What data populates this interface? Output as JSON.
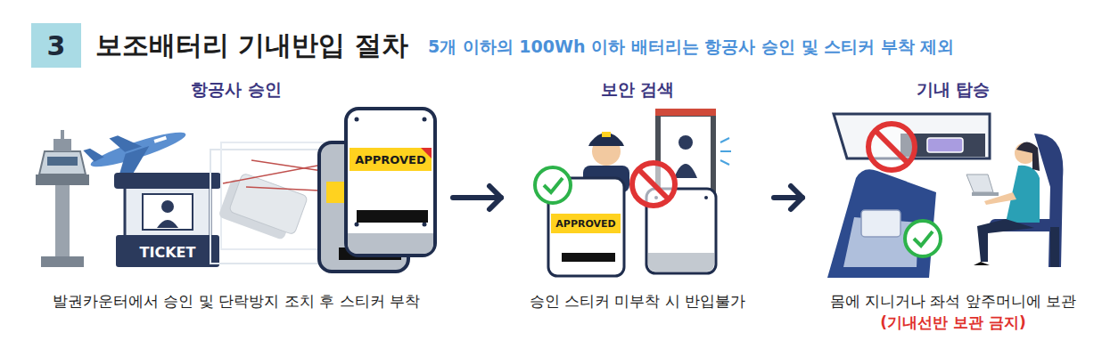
{
  "diagram": {
    "title": "보조배터리 기내반입 절차",
    "nodes": [
      {
        "text": [
          "항공사 승인",
          "발권카운터에서 승인 및 단락방지 조치 후 스티커 부착"
        ]
      },
      {
        "text": [
          "보안 검색",
          "승인 스티커 미부착 시 반입불가"
        ]
      },
      {
        "text": [
          "기내 탑승",
          "몸에 지니거나 좌석 앞주머니에 보관",
          "(기내선반 보관 금지)"
        ]
      }
    ],
    "edges": [
      {
        "from": 0,
        "to": 1,
        "arrow": "to"
      },
      {
        "from": 1,
        "to": 2,
        "arrow": "to"
      }
    ],
    "labels": [
      "3",
      "5개 이하의 100Wh 이하 배터리는 항공사 승인 및 스티커 부착 제외",
      "TICKET",
      "APPROVED",
      "APPROVED"
    ]
  }
}
